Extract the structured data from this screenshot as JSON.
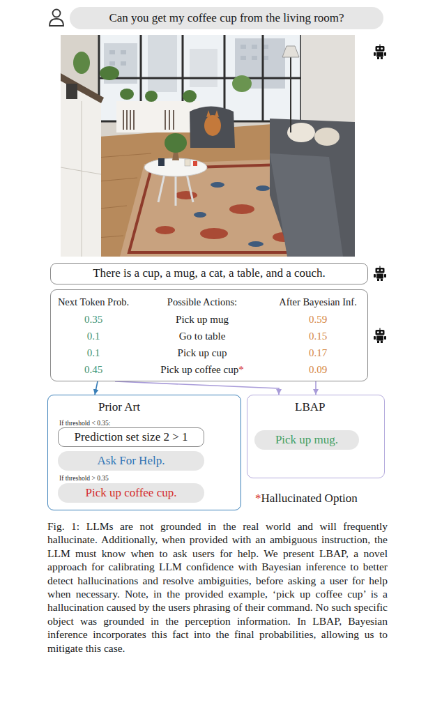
{
  "diagram": {
    "caption": "Fig. 1: LLMs are not grounded in the real world and will frequently hallucinate. Additionally, when provided with an ambiguous instruction, the LLM must know when to ask users for help. We present LBAP, a novel approach for calibrating LLM confidence with Bayesian inference to better detect hallucinations and resolve ambiguities, before asking a user for help when necessary. Note, in the provided example, ‘pick up coffee cup’ is a hallucination caused by the users phrasing of their command. No such specific object was grounded in the perception information. In LBAP, Bayesian inference incorporates this fact into the final probabilities, allowing us to mitigate this case.",
    "nodes": [
      {
        "text": [
          "Can you get my coffee cup from the living room?"
        ]
      },
      {
        "text": [
          "There is a cup, a mug, a cat, a table, and a couch."
        ]
      },
      {
        "text": [
          "Next Token Prob.",
          "Possible Actions:",
          "After Bayesian Inf.",
          "0.35",
          "Pick up mug",
          "0.59",
          "0.1",
          "Go to table",
          "0.15",
          "0.1",
          "Pick up cup",
          "0.17",
          "0.45",
          "Pick up coffee cup",
          "*",
          "0.09"
        ]
      },
      {
        "text": [
          "Prior Art",
          "If threshold < 0.35:",
          "If threshold > 0.35"
        ]
      },
      {
        "text": [
          "Prediction set size 2 > 1"
        ],
        "in": 3
      },
      {
        "text": [
          "Ask For Help."
        ],
        "in": 3
      },
      {
        "text": [
          "Pick up coffee cup."
        ],
        "in": 3
      },
      {
        "text": [
          "LBAP"
        ]
      },
      {
        "text": [
          "Pick up mug."
        ],
        "in": 7
      }
    ],
    "edges": [
      {
        "from": 2,
        "to": 3,
        "arrow": "to"
      },
      {
        "from": 2,
        "to": 7,
        "arrow": "to"
      },
      {
        "from": 2,
        "to": 7,
        "arrow": "to"
      }
    ],
    "labels": [
      "*",
      "Hallucinated Option"
    ]
  }
}
